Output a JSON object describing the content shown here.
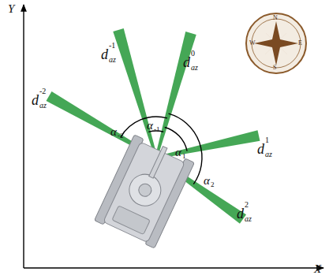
{
  "diagram": {
    "labels": [
      "Y",
      "X",
      "d",
      "az",
      "-2",
      "d",
      "az",
      "-1",
      "d",
      "az",
      "0",
      "d",
      "az",
      "1",
      "d",
      "az",
      "2",
      "α",
      "-2",
      "α",
      "-1",
      "α",
      "1",
      "α",
      "2",
      "N",
      "S",
      "W",
      "E"
    ]
  }
}
